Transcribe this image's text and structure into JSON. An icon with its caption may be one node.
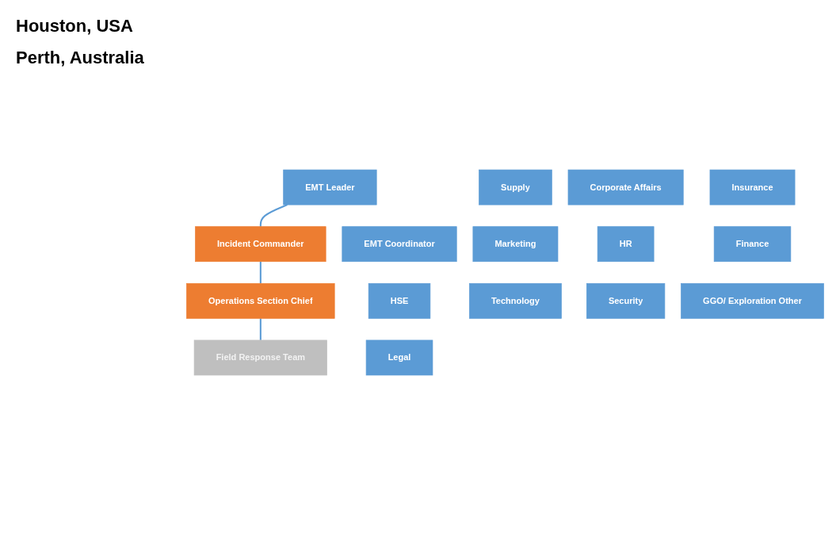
{
  "diagram": {
    "nodes": [
      {
        "text": [
          "EMT Leader"
        ]
      },
      {
        "text": [
          "Incident Commander"
        ]
      },
      {
        "text": [
          "Operations Section Chief"
        ]
      },
      {
        "text": [
          "Field Response Team"
        ]
      },
      {
        "text": [
          "EMT Coordinator"
        ]
      },
      {
        "text": [
          "Supply"
        ]
      },
      {
        "text": [
          "Corporate Affairs"
        ]
      },
      {
        "text": [
          "Insurance"
        ]
      },
      {
        "text": [
          "HSE"
        ]
      },
      {
        "text": [
          "Marketing"
        ]
      },
      {
        "text": [
          "HR"
        ]
      },
      {
        "text": [
          "Finance"
        ]
      },
      {
        "text": [
          "Legal"
        ]
      },
      {
        "text": [
          "Technology"
        ]
      },
      {
        "text": [
          "Security"
        ]
      },
      {
        "text": [
          "GGO/ Exploration Other"
        ]
      }
    ],
    "edges": [
      {
        "from": 0,
        "to": 1,
        "arrow": "none"
      },
      {
        "from": 1,
        "to": 2,
        "arrow": "none"
      },
      {
        "from": 2,
        "to": 3,
        "arrow": "none"
      }
    ],
    "labels": [
      "Houston, USA",
      "Perth, Australia"
    ]
  }
}
